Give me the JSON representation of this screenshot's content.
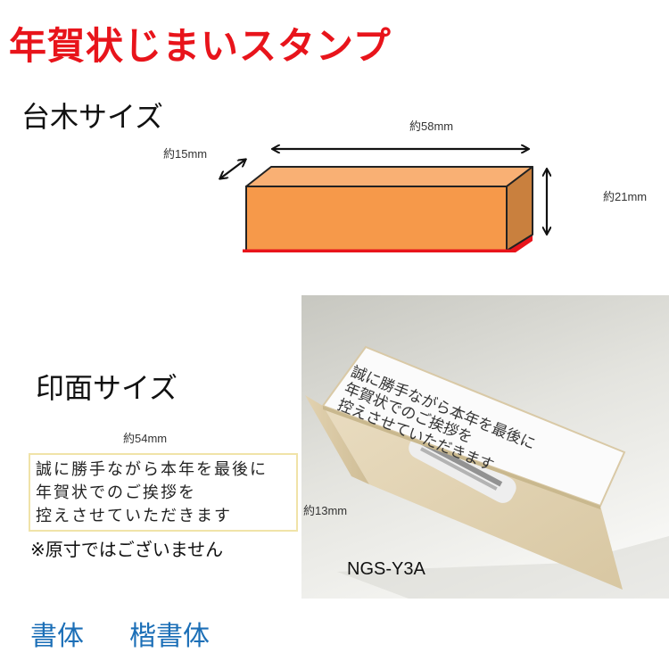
{
  "title": "年賀状じまいスタンプ",
  "base_section": {
    "heading": "台木サイズ",
    "width_label": "約58mm",
    "depth_label": "約15mm",
    "height_label": "約21mm",
    "colors": {
      "front": "#f6994a",
      "top": "#f9b074",
      "side": "#c9803e",
      "base": "#e8141b"
    }
  },
  "imprint_section": {
    "heading": "印面サイズ",
    "width_label": "約54mm",
    "height_label": "約13mm",
    "sample_lines": [
      "誠に勝手ながら本年を最後に",
      "年賀状でのご挨拶を",
      "控えさせていただきます"
    ],
    "note": "※原寸ではございません"
  },
  "photo": {
    "model": "NGS-Y3A",
    "stamp_lines": [
      "誠に勝手ながら本年を最後に",
      "年賀状でのご挨拶を",
      "控えさせていただきます"
    ]
  },
  "font": {
    "label": "書体",
    "value": "楷書体",
    "color": "#1c6fb7"
  }
}
